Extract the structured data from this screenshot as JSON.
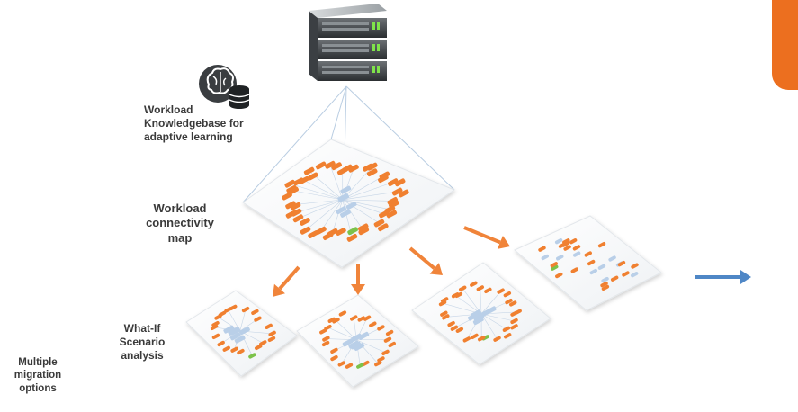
{
  "labels": {
    "knowledgebase": "Workload Knowledgebase for adaptive learning",
    "connectivity_map": "Workload connectivity map",
    "what_if": "What-If Scenario analysis",
    "multiple_options": "Multiple migration options"
  },
  "icons": {
    "server": "server-rack-icon",
    "brain": "brain-database-icon",
    "arrow_next": "right-arrow-icon"
  },
  "colors": {
    "accent": "#ec6f1f",
    "node_orange": "#f08030",
    "node_blue": "#b9cfe8",
    "node_green": "#7cc24a",
    "arrow_orange": "#f0843a",
    "arrow_blue": "#4f87c6",
    "text": "#3a3a3a"
  }
}
